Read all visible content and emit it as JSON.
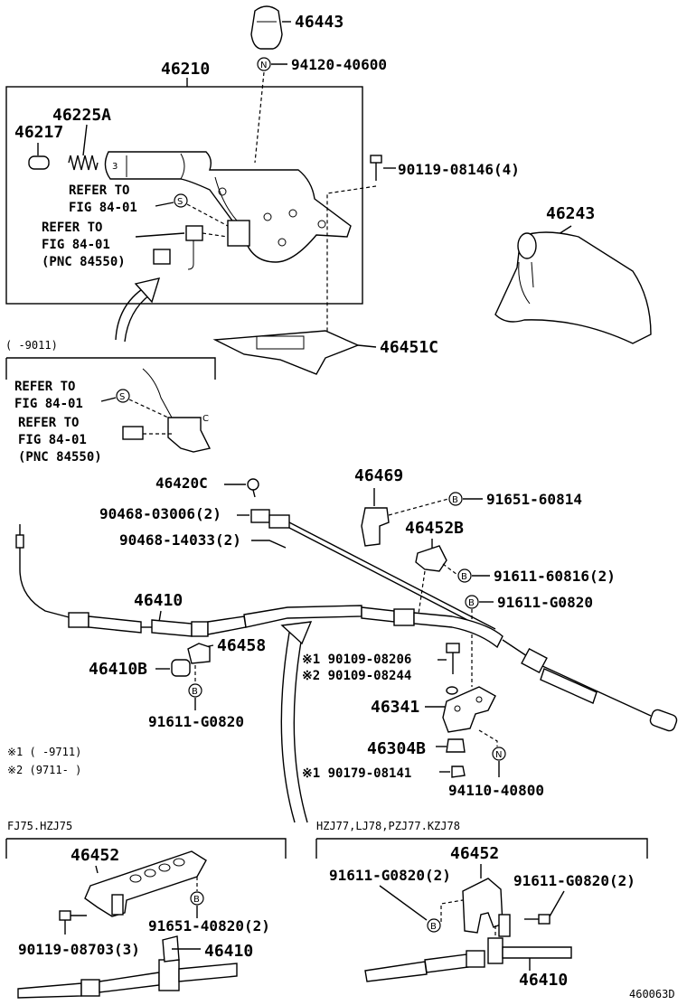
{
  "labels": {
    "p46443": "46443",
    "p94120": "94120-40600",
    "p46210": "46210",
    "p46225A": "46225A",
    "p46217": "46217",
    "refer1a": "REFER TO",
    "refer1b": "FIG 84-01",
    "refer2a": "REFER TO",
    "refer2b": "FIG 84-01",
    "refer2c": "(PNC 84550)",
    "p90119a": "90119-08146(4)",
    "p46243": "46243",
    "p46451C": "46451C",
    "range1": "(      -9011)",
    "refer3a": "REFER TO",
    "refer3b": "FIG 84-01",
    "refer4a": "REFER TO",
    "refer4b": "FIG 84-01",
    "refer4c": "(PNC 84550)",
    "p46420C": "46420C",
    "p90468a": "90468-03006(2)",
    "p90468b": "90468-14033(2)",
    "p46469": "46469",
    "p91651a": "91651-60814",
    "p46452B": "46452B",
    "p91611a": "91611-60816(2)",
    "p91611b": "91611-G0820",
    "p46410": "46410",
    "p46458": "46458",
    "p46410B": "46410B",
    "p91611c": "91611-G0820",
    "p90109a": "※1 90109-08206",
    "p90109b": "※2 90109-08244",
    "p46341": "46341",
    "p46304B": "46304B",
    "p90179": "※1 90179-08141",
    "p94110": "94110-40800",
    "note1": "※1 (      -9711)",
    "note2": "※2 (9711-      )",
    "model1": "FJ75.HZJ75",
    "model2": "HZJ77,LJ78,PZJ77.KZJ78",
    "p46452L": "46452",
    "p91651b": "91651-40820(2)",
    "p90119b": "90119-08703(3)",
    "p46410L": "46410",
    "p46452R": "46452",
    "p91611d": "91611-G0820(2)",
    "p91611e": "91611-G0820(2)",
    "p46410R": "46410",
    "figno": "460063D"
  },
  "symbols": {
    "n": "N",
    "s": "S",
    "b": "B",
    "c": "C"
  }
}
